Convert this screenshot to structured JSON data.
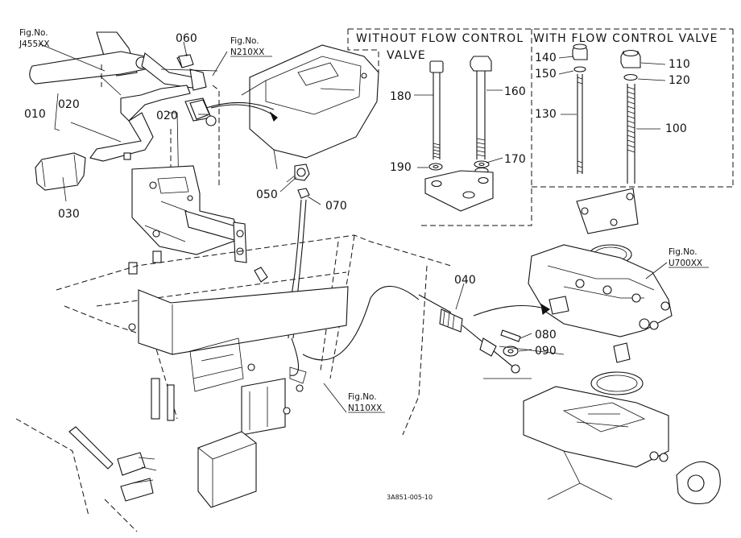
{
  "diagram": {
    "drawing_code": "3A851-005-10",
    "header_without": "WITHOUT  FLOW  CONTROL",
    "header_without_cont": "VALVE",
    "header_with": "WITH  FLOW  CONTROL VALVE",
    "figrefs": [
      {
        "label": "Fig.No.",
        "code": "J455XX"
      },
      {
        "label": "Fig.No.",
        "code": "N210XX"
      },
      {
        "label": "Fig.No.",
        "code": "U700XX"
      },
      {
        "label": "Fig.No.",
        "code": "N110XX"
      }
    ],
    "parts": {
      "p010": "010",
      "p020a": "020",
      "p020b": "020",
      "p030": "030",
      "p040": "040",
      "p050": "050",
      "p060": "060",
      "p070": "070",
      "p080": "080",
      "p090": "090",
      "p100": "100",
      "p110": "110",
      "p120": "120",
      "p130": "130",
      "p140": "140",
      "p150": "150",
      "p160": "160",
      "p170": "170",
      "p180": "180",
      "p190": "190"
    }
  }
}
